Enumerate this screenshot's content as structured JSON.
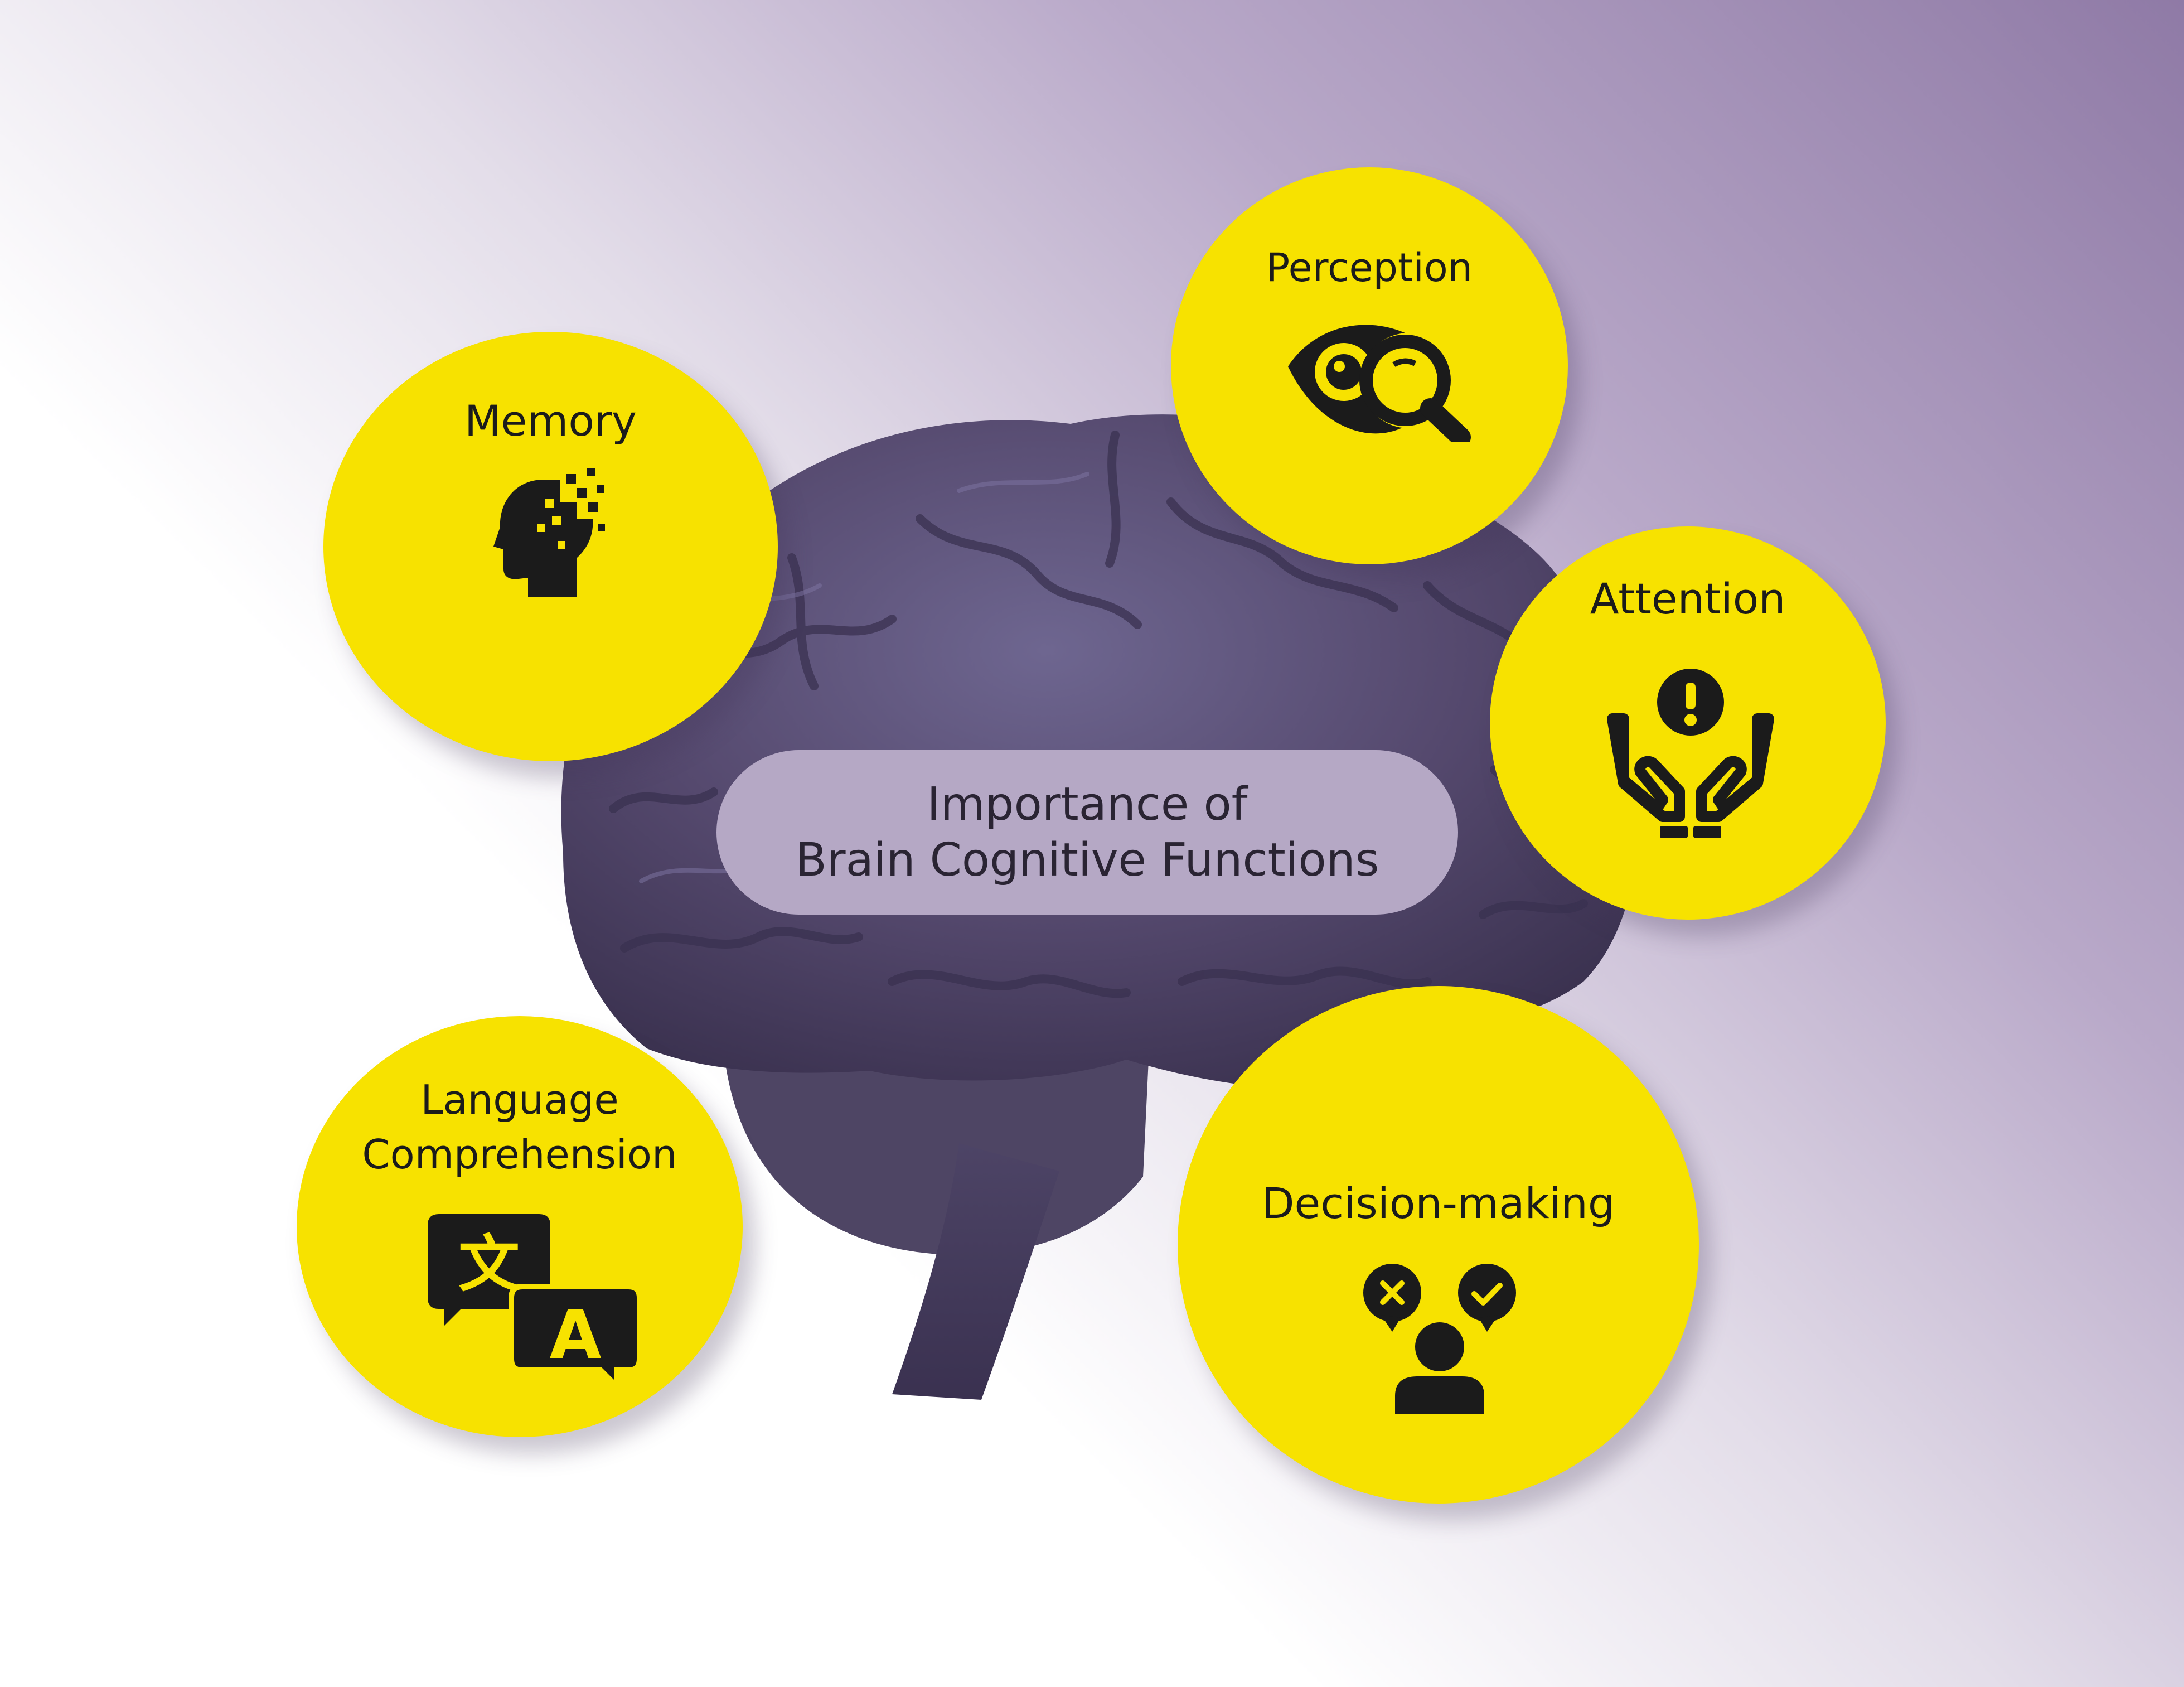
{
  "title": {
    "line1": "Importance of",
    "line2": "Brain Cognitive Functions"
  },
  "nodes": {
    "memory": {
      "label": "Memory",
      "icon": "memory-head-icon"
    },
    "perception": {
      "label": "Perception",
      "icon": "eye-magnifier-icon"
    },
    "attention": {
      "label": "Attention",
      "icon": "hands-exclamation-icon"
    },
    "language": {
      "label_line1": "Language",
      "label_line2": "Comprehension",
      "icon": "translate-icon"
    },
    "decision": {
      "label": "Decision-making",
      "icon": "person-decision-icon"
    }
  },
  "colors": {
    "node_fill": "#f7e200",
    "brain": "#58506f",
    "pill": "#b5a8c5",
    "icon": "#1b1b1b",
    "gradient_top_right": "#8f7aa6"
  }
}
